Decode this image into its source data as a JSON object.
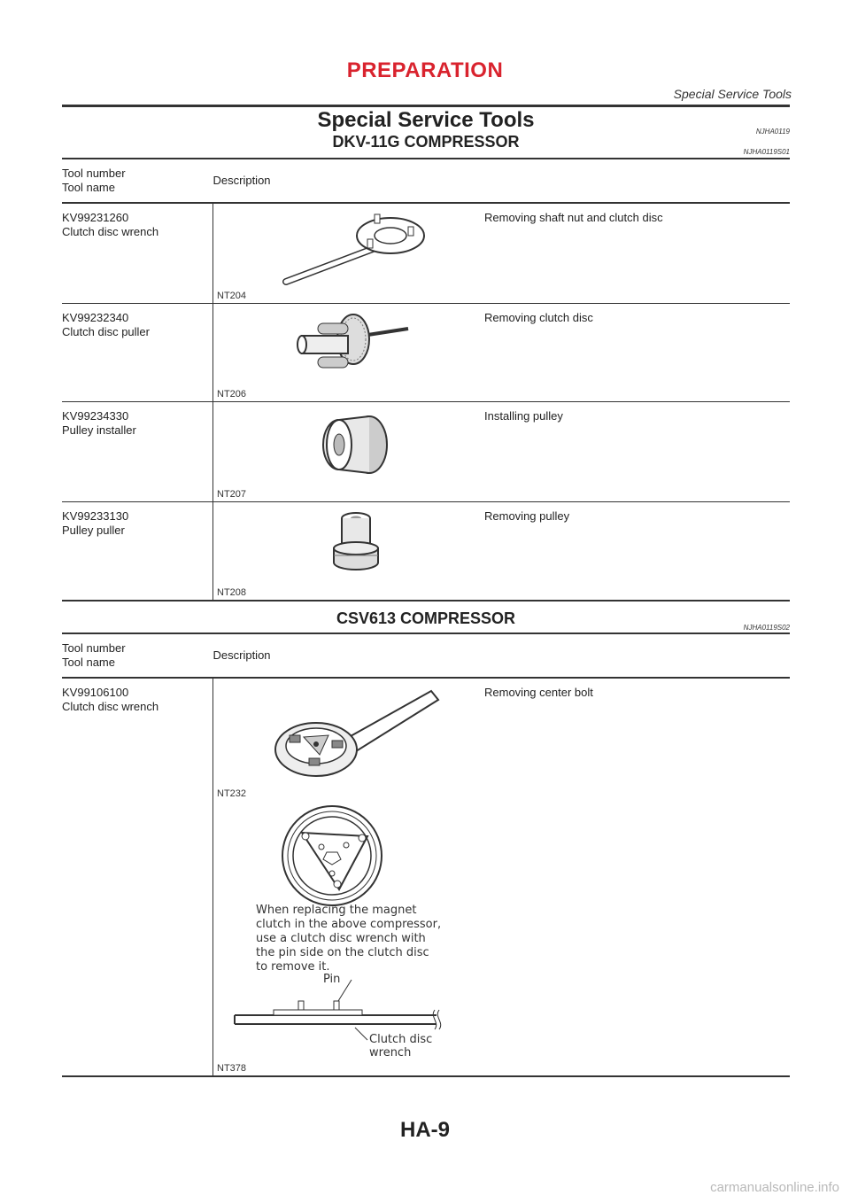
{
  "header": {
    "title": "PREPARATION",
    "subtitle": "Special Service Tools"
  },
  "page_title": "Special Service Tools",
  "page_code": "NJHA0119",
  "table_headers": {
    "tool": "Tool number\nTool name",
    "description": "Description"
  },
  "sections": [
    {
      "title": "DKV-11G COMPRESSOR",
      "code": "NJHA0119S01",
      "rows": [
        {
          "tool_number": "KV99231260",
          "tool_name": "Clutch disc wrench",
          "figure": "NT204",
          "description": "Removing shaft nut and clutch disc"
        },
        {
          "tool_number": "KV99232340",
          "tool_name": "Clutch disc puller",
          "figure": "NT206",
          "description": "Removing clutch disc"
        },
        {
          "tool_number": "KV99234330",
          "tool_name": "Pulley installer",
          "figure": "NT207",
          "description": "Installing pulley"
        },
        {
          "tool_number": "KV99233130",
          "tool_name": "Pulley puller",
          "figure": "NT208",
          "description": "Removing pulley"
        }
      ]
    },
    {
      "title": "CSV613 COMPRESSOR",
      "code": "NJHA0119S02",
      "rows": [
        {
          "tool_number": "KV99106100",
          "tool_name": "Clutch disc wrench",
          "figure": "NT232",
          "figure2": "NT378",
          "description": "Removing center bolt",
          "note": [
            "When replacing the magnet",
            "clutch in the above compressor,",
            "use a clutch disc wrench with",
            "the pin side on the clutch disc",
            "to remove it."
          ],
          "callout_pin": "Pin",
          "callout_wrench": "Clutch disc wrench"
        }
      ]
    }
  ],
  "page_number": "HA-9",
  "watermark": "carmanualsonline.info"
}
